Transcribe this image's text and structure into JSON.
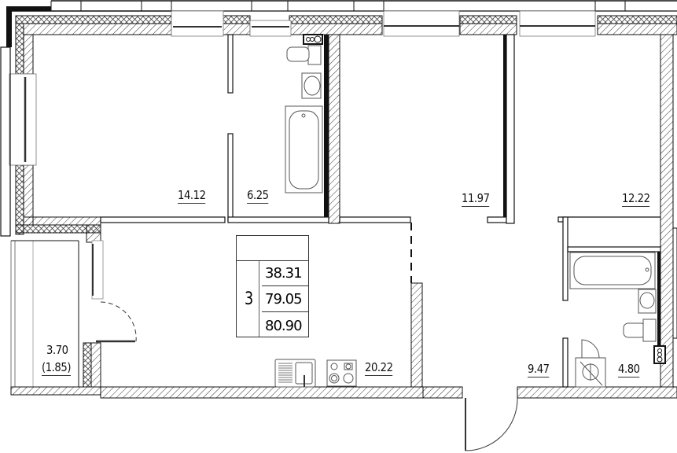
{
  "plan": {
    "type": "apartment floor plan",
    "rooms_count": "3",
    "summary": {
      "living_area": "38.31",
      "total_area": "79.05",
      "total_area_with_balcony": "80.90"
    },
    "rooms": [
      {
        "id": "bedroom-1",
        "area": "14.12"
      },
      {
        "id": "bathroom-1",
        "area": "6.25"
      },
      {
        "id": "bedroom-2",
        "area": "11.97"
      },
      {
        "id": "bedroom-3",
        "area": "12.22"
      },
      {
        "id": "kitchen-living",
        "area": "20.22"
      },
      {
        "id": "hallway",
        "area": "9.47"
      },
      {
        "id": "bathroom-2",
        "area": "4.80"
      },
      {
        "id": "balcony",
        "area": "3.70",
        "reduced_area": "(1.85)"
      }
    ],
    "colors": {
      "line": "#111111",
      "hatch": "#333333",
      "background": "#ffffff",
      "fixture": "#555555"
    }
  }
}
